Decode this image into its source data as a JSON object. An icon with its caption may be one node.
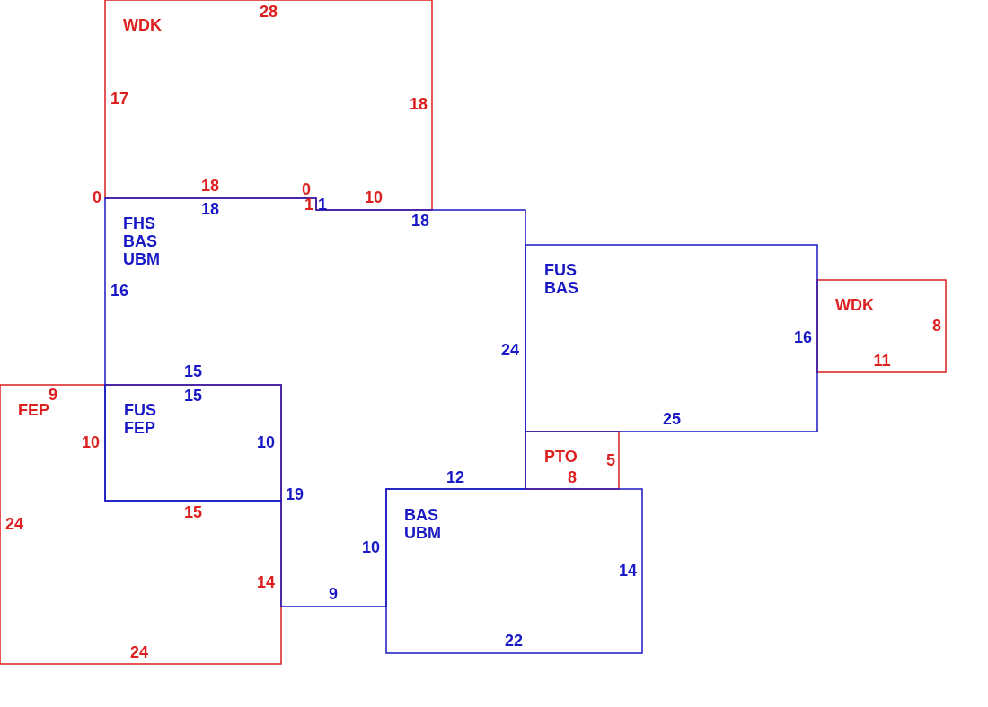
{
  "diagram": {
    "nodes": [
      {
        "text": [
          "WDK"
        ]
      },
      {
        "text": [
          "FHS BAS UBM"
        ]
      },
      {
        "text": [
          "FUS BAS"
        ]
      },
      {
        "text": [
          "WDK"
        ]
      },
      {
        "text": [
          "FEP"
        ]
      },
      {
        "text": [
          "FUS FEP"
        ]
      },
      {
        "text": [
          "PTO"
        ]
      },
      {
        "text": [
          "BAS UBM"
        ]
      }
    ],
    "labels": [
      "28",
      "17",
      "18",
      "0",
      "18",
      "0",
      "1",
      "1",
      "10",
      "18",
      "18",
      "16",
      "24",
      "16",
      "8",
      "11",
      "15",
      "9",
      "15",
      "10",
      "10",
      "25",
      "5",
      "12",
      "8",
      "19",
      "15",
      "24",
      "10",
      "14",
      "14",
      "9",
      "24",
      "22"
    ]
  }
}
